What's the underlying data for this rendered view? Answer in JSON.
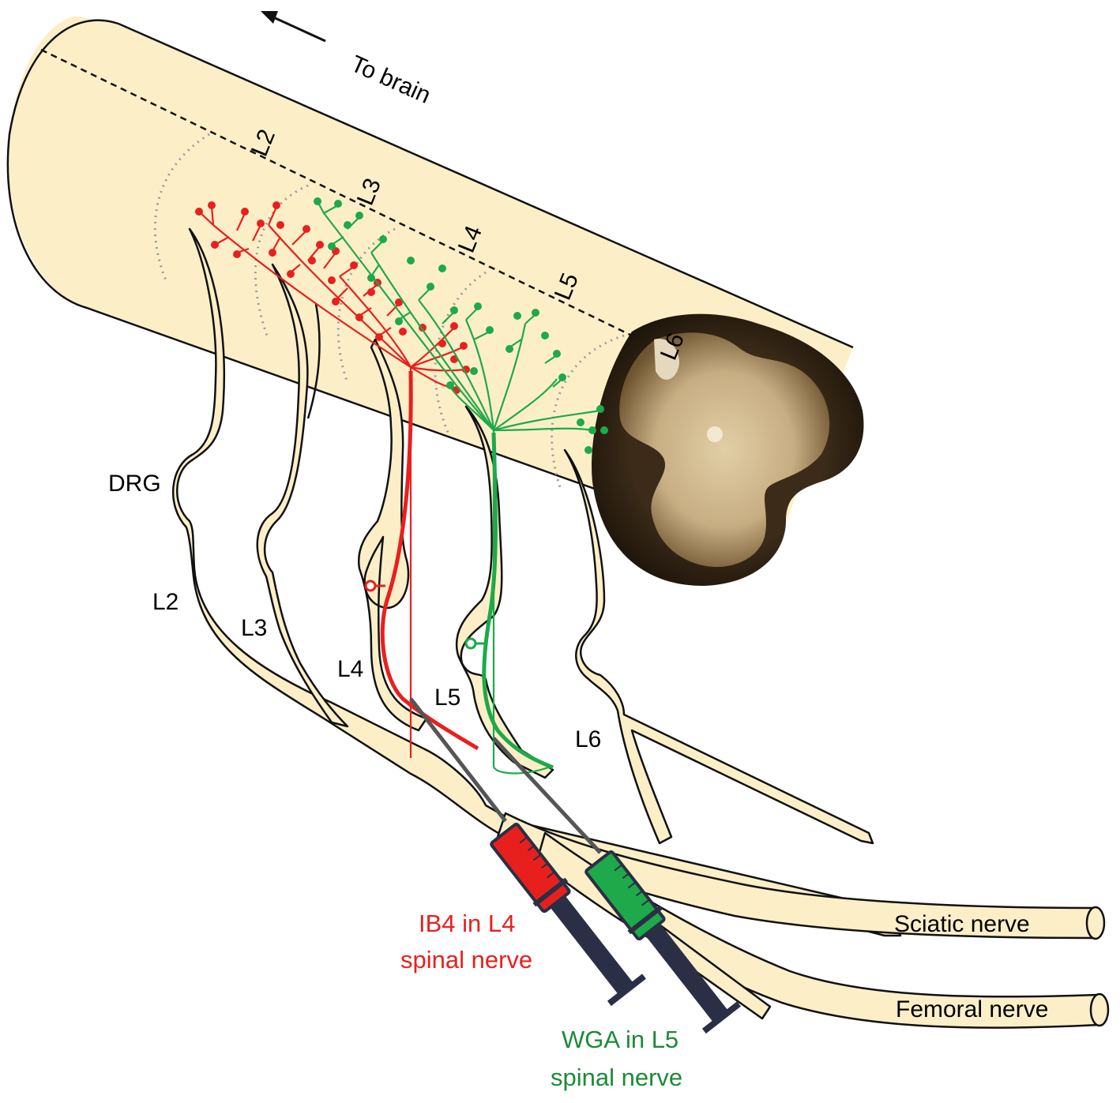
{
  "colors": {
    "tissue": "#fcefc8",
    "outline": "#111111",
    "ib4": "#e8201d",
    "wga": "#1ea94a",
    "segment_dots": "#9a9a9a",
    "syringe_dark": "#2a2f45",
    "label_red": "#e8201d",
    "label_green": "#1d8a37"
  },
  "labels": {
    "to_brain": "To brain",
    "segments": {
      "l2": "L2",
      "l3": "L3",
      "l4": "L4",
      "l5": "L5",
      "l6": "L6"
    },
    "drg": "DRG",
    "roots": {
      "l2": "L2",
      "l3": "L3",
      "l4": "L4",
      "l5": "L5",
      "l6": "L6"
    },
    "sciatic": "Sciatic nerve",
    "femoral": "Femoral nerve",
    "ib4_line1": "IB4 in L4",
    "ib4_line2": "spinal nerve",
    "wga_line1": "WGA in L5",
    "wga_line2": "spinal nerve"
  },
  "icons": {
    "arrow": "arrow-left-icon",
    "cross_section": "spinal-cord-section-icon",
    "syringe": "syringe-icon"
  }
}
